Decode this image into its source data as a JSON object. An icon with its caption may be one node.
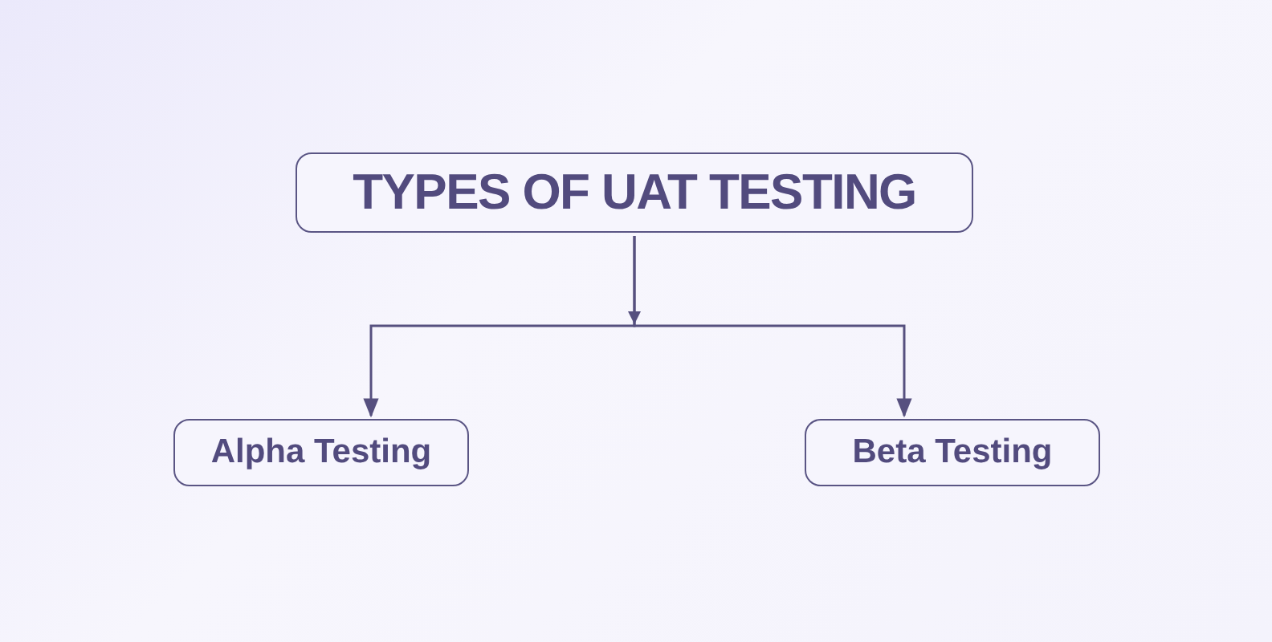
{
  "diagram": {
    "nodes": [
      {
        "text": [
          "TYPES OF UAT TESTING"
        ]
      },
      {
        "text": [
          "Alpha Testing"
        ]
      },
      {
        "text": [
          "Beta Testing"
        ]
      }
    ],
    "edges": [
      {
        "from": 0,
        "to": 1,
        "arrow": "to"
      },
      {
        "from": 0,
        "to": 2,
        "arrow": "to"
      }
    ]
  }
}
